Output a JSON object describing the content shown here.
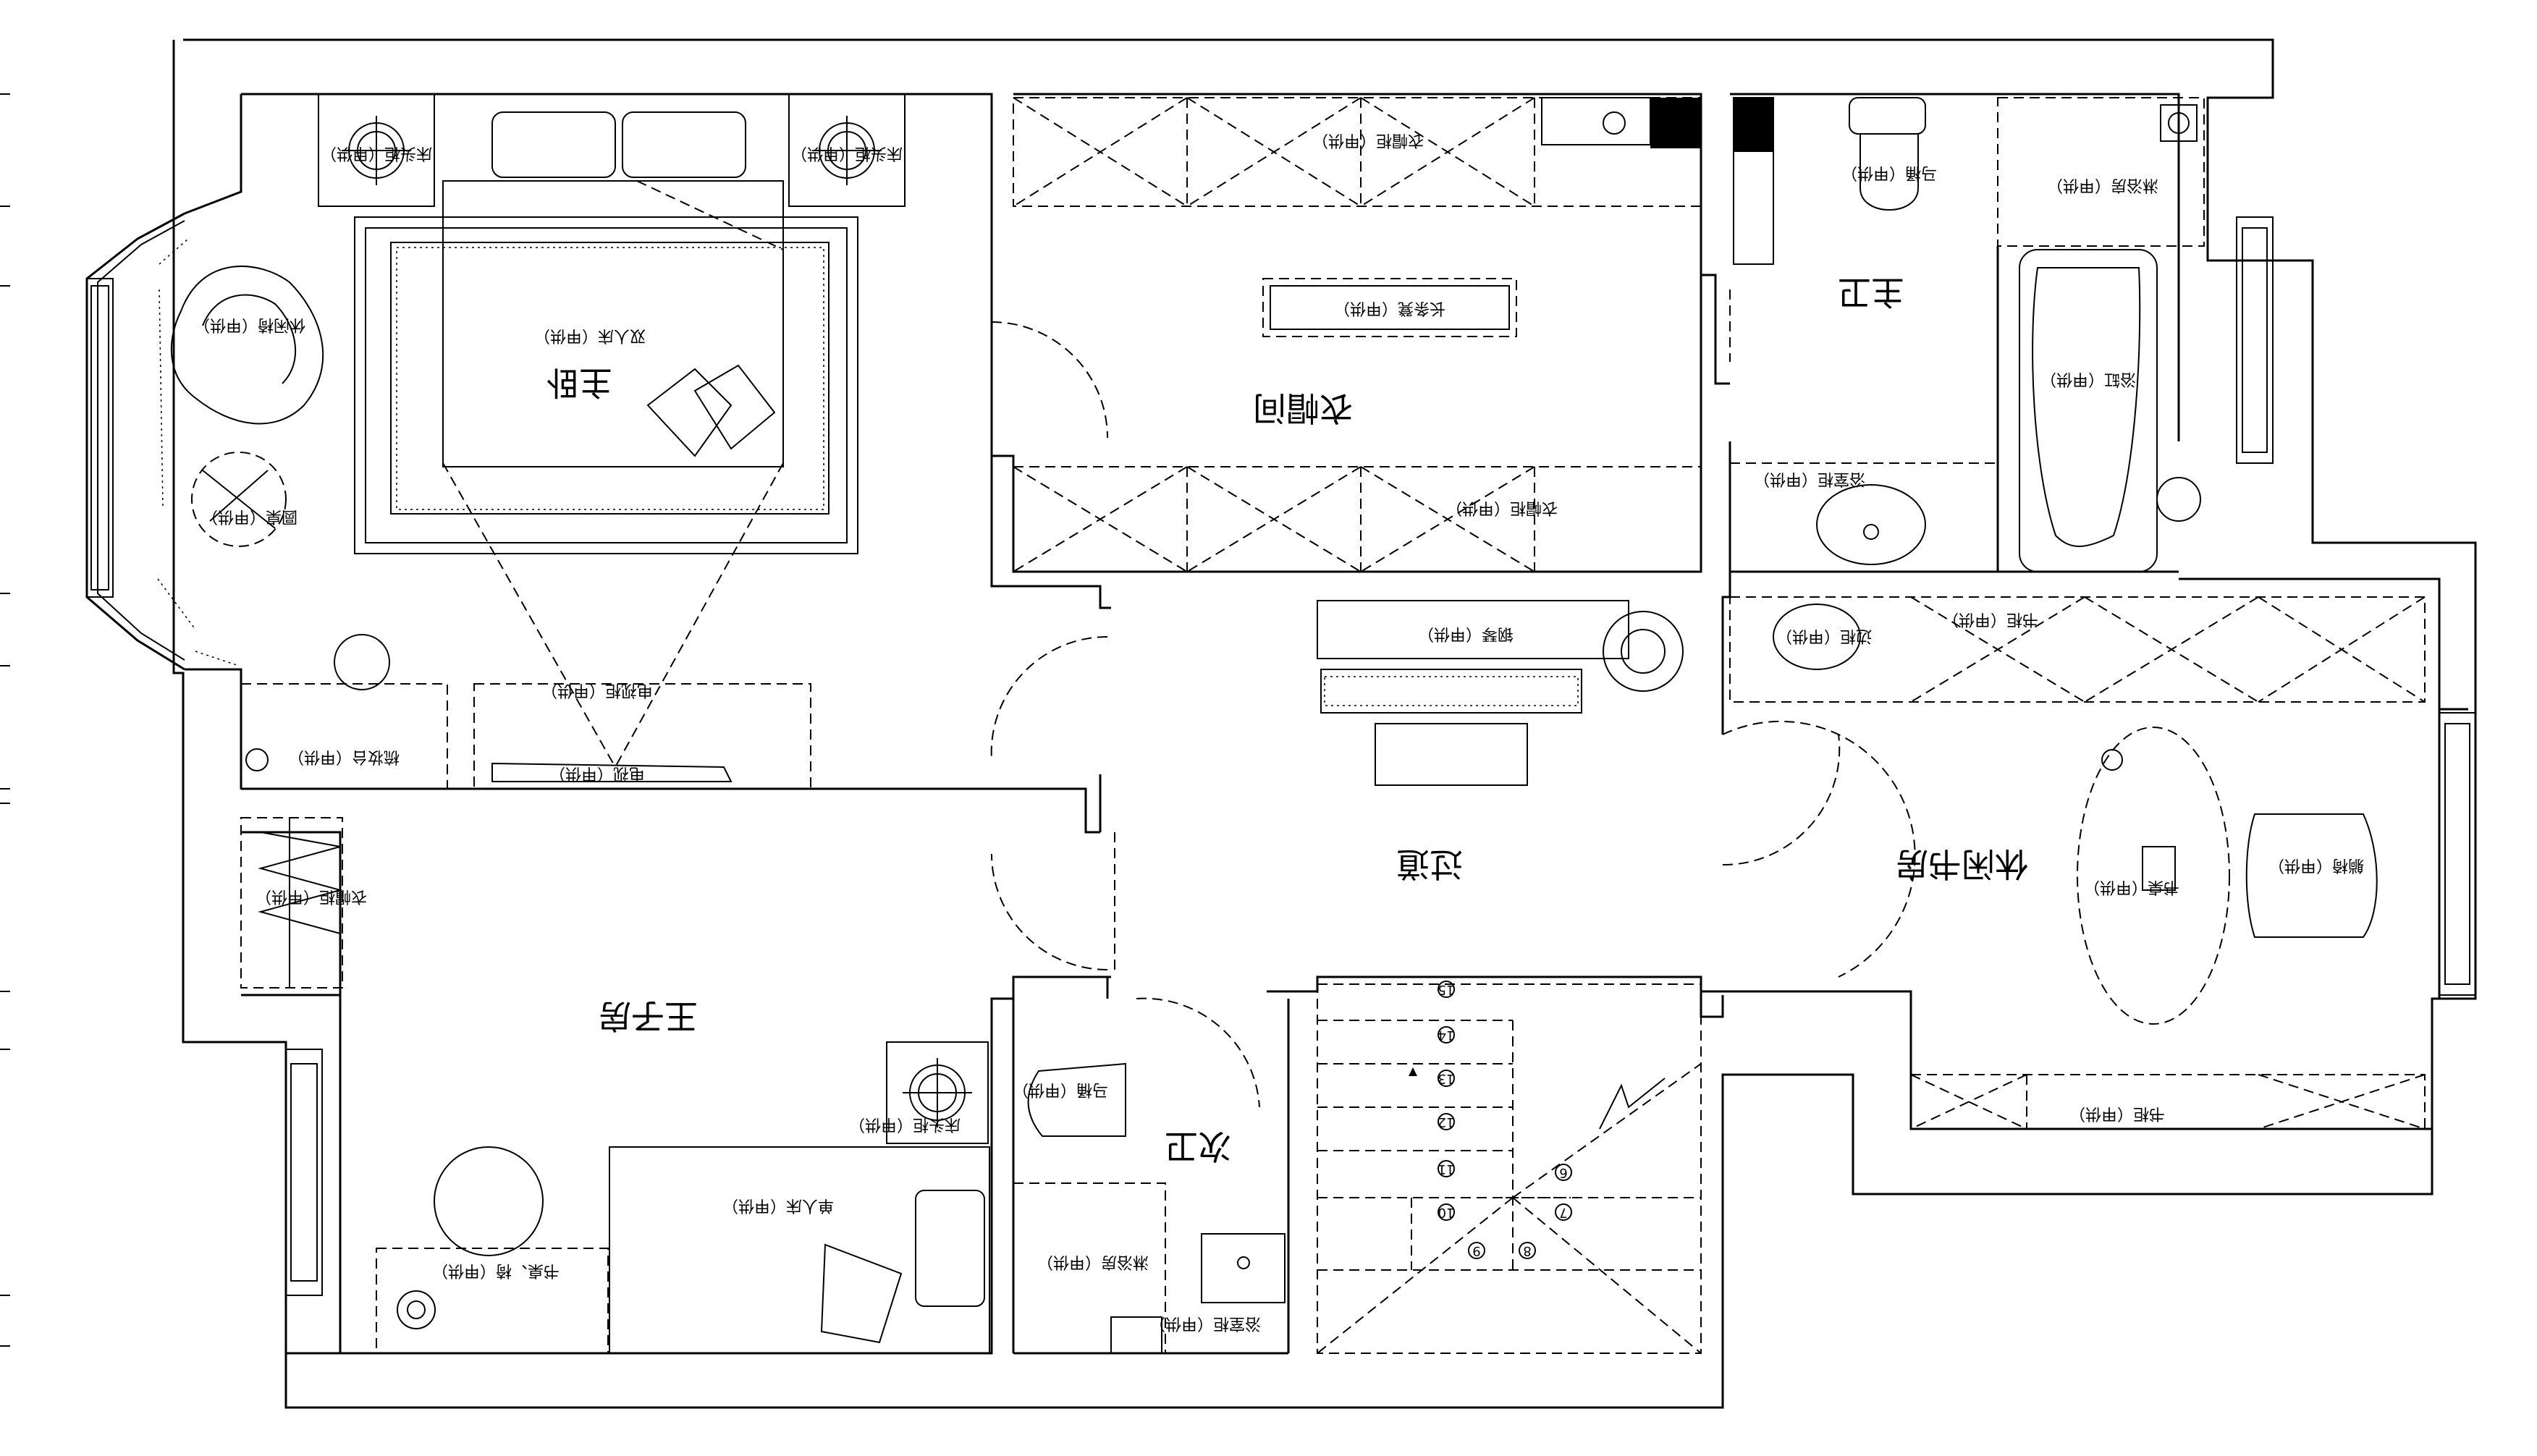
{
  "rooms": {
    "master_bedroom": "主卧",
    "cloakroom": "衣帽间",
    "master_bath": "主卫",
    "hallway": "过道",
    "study": "休闲书房",
    "prince_room": "王子房",
    "guest_bath": "次卫"
  },
  "furniture": {
    "nightstand_left": "床头柜（甲供）",
    "nightstand_right": "床头柜（甲供）",
    "double_bed": "双人床（甲供）",
    "lounge_chair": "休闲椅（甲供）",
    "round_table": "圆桌（甲供）",
    "dresser": "梳妆台（甲供）",
    "tv_cabinet": "电视柜（甲供）",
    "tv_set": "电视（甲供）",
    "wardrobe_top": "衣帽柜（甲供）",
    "long_bench": "长条凳（甲供）",
    "wardrobe_bottom": "衣帽柜（甲供）",
    "toilet_master": "马桶（甲供）",
    "shower_master": "淋浴房（甲供）",
    "bathtub": "浴缸（甲供）",
    "vanity_master": "浴室柜（甲供）",
    "piano": "钢琴（甲供）",
    "bookshelf_top": "书柜（甲供）",
    "bookshelf_bottom": "书柜（甲供）",
    "side_table": "边柜（甲供）",
    "desk": "书桌（甲供）",
    "recliner": "躺椅（甲供）",
    "wardrobe_prince": "衣帽柜（甲供）",
    "nightstand_prince": "床头柜（甲供）",
    "single_bed": "单人床（甲供）",
    "desk_chair_prince": "书桌、椅（甲供）",
    "toilet_guest": "马桶（甲供）",
    "shower_guest": "淋浴房（甲供）",
    "vanity_guest": "浴室柜（甲供）"
  },
  "stairs": {
    "steps": [
      "15",
      "14",
      "13",
      "12",
      "11",
      "10",
      "9",
      "8",
      "7",
      "6"
    ]
  }
}
